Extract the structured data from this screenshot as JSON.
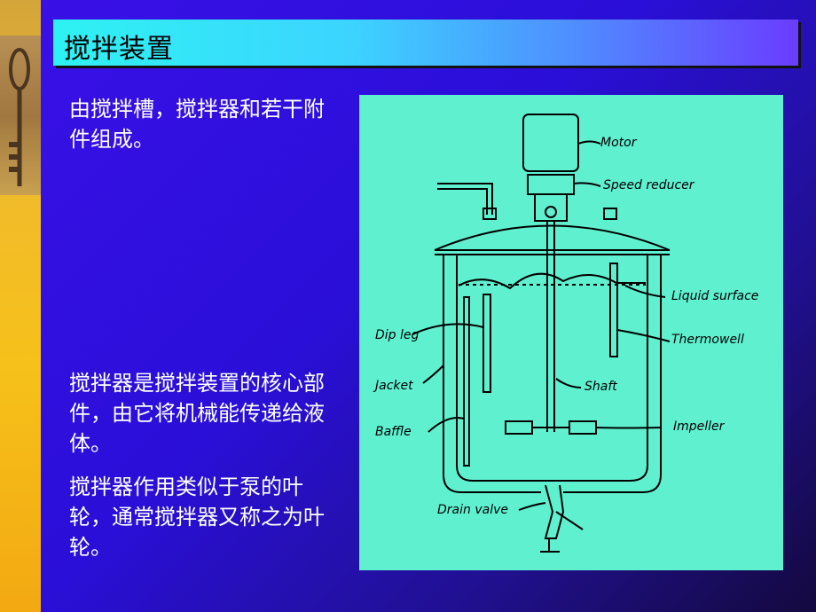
{
  "title": "搅拌装置",
  "paragraphs": {
    "intro": "由搅拌槽，搅拌器和若干附件组成。",
    "core": "搅拌器是搅拌装置的核心部件，由它将机械能传递给液体。",
    "analogy": "搅拌器作用类似于泵的叶轮，通常搅拌器又称之为叶轮。"
  },
  "diagram": {
    "labels": {
      "motor": "Motor",
      "speed_reducer": "Speed reducer",
      "liquid_surface": "Liquid surface",
      "dip_leg": "Dip leg",
      "thermowell": "Thermowell",
      "jacket": "Jacket",
      "shaft": "Shaft",
      "baffle": "Baffle",
      "impeller": "Impeller",
      "drain_valve": "Drain valve"
    }
  },
  "colors": {
    "title_bar_start": "#2ef2f2",
    "title_bar_end": "#6a3cff",
    "slide_background": "#2a0ed6",
    "left_bar": "#f6c11a",
    "diagram_background": "#5ff0d0",
    "text": "#ffffff"
  }
}
